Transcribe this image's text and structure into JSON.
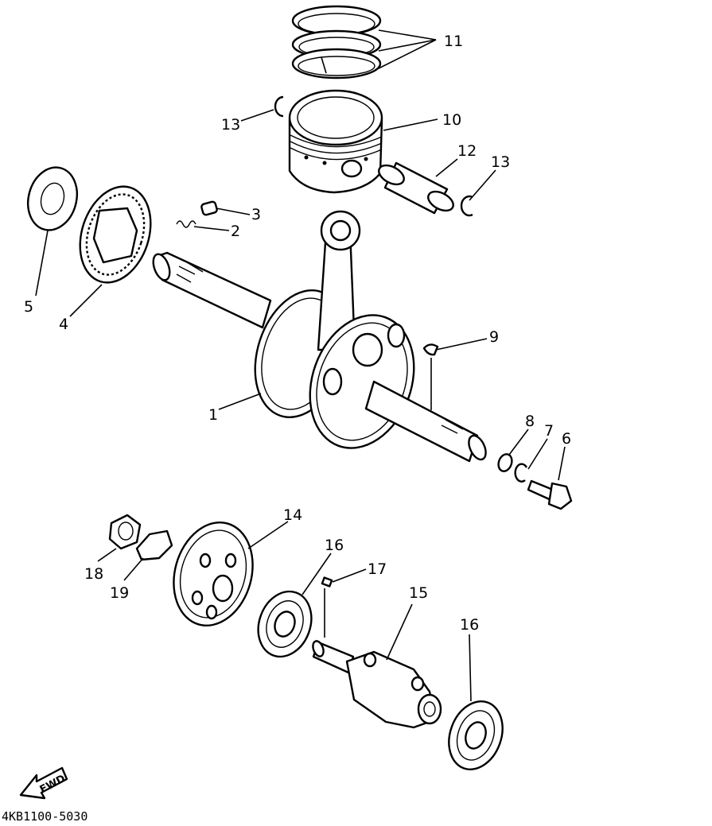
{
  "parts": {
    "p1": "1",
    "p2": "2",
    "p3": "3",
    "p4": "4",
    "p5": "5",
    "p6": "6",
    "p7": "7",
    "p8": "8",
    "p9": "9",
    "p10": "10",
    "p11": "11",
    "p12": "12",
    "p13a": "13",
    "p13b": "13",
    "p14": "14",
    "p15": "15",
    "p16a": "16",
    "p16b": "16",
    "p17": "17",
    "p18": "18",
    "p19": "19"
  },
  "fwd_label": "FWD",
  "ref_code": "4KB1100-5030"
}
